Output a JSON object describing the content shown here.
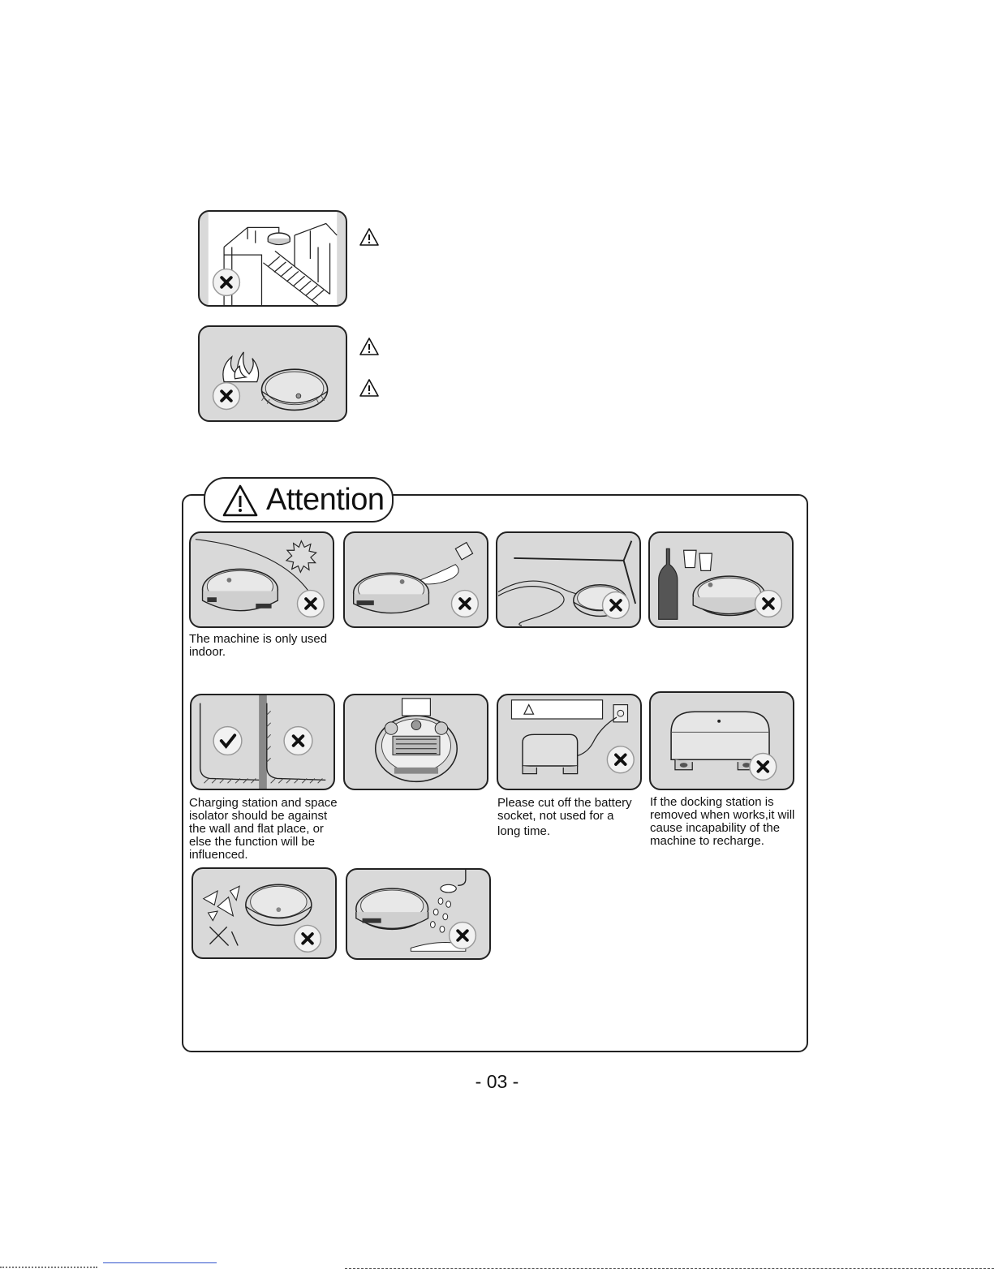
{
  "attention": {
    "title": "Attention"
  },
  "captions": {
    "indoor": "The machine is only used indoor.",
    "charging_station": "Charging station and space isolator should be against the wall and flat place, or else the function will be influenced.",
    "battery_socket_line1": "Please cut off the battery socket, not used for a",
    "battery_socket_line2": "long time.",
    "docking_removed": "If the docking station is removed when works,it will cause incapability of the machine to recharge."
  },
  "page": {
    "number": "- 03 -"
  },
  "icons": {
    "warning": "warning-triangle-icon",
    "forbidden": "x-circle-icon",
    "allowed": "check-circle-icon"
  },
  "colors": {
    "panel_bg": "#d9d9d9",
    "border": "#222222",
    "link": "#3355cc"
  }
}
